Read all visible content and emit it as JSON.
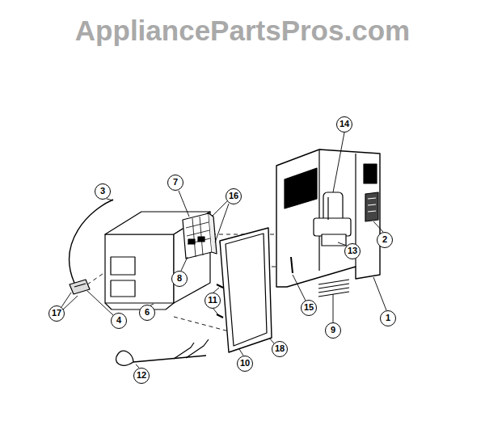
{
  "diagram": {
    "labels": [
      "AppliancePartsPros.com",
      "3",
      "7",
      "16",
      "14",
      "2",
      "13",
      "8",
      "11",
      "15",
      "17",
      "4",
      "6",
      "9",
      "1",
      "18",
      "10",
      "12"
    ]
  }
}
